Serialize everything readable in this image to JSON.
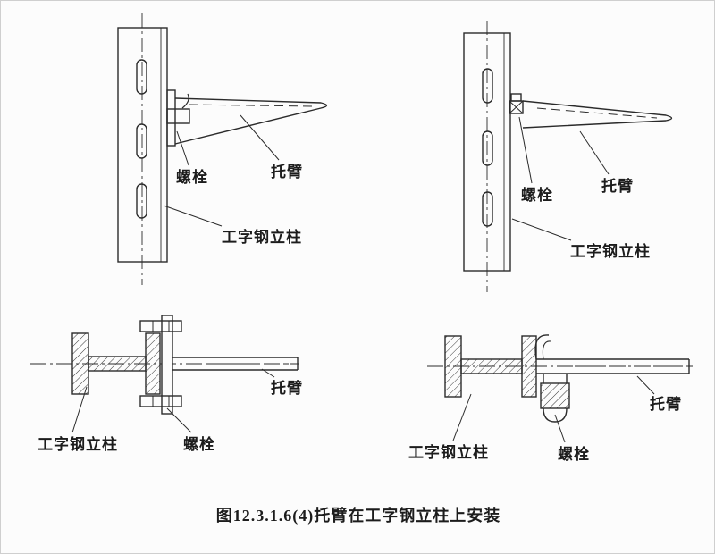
{
  "figure": {
    "caption": "图12.3.1.6(4)托臂在工字钢立柱上安装"
  },
  "labels": {
    "bolt": "螺栓",
    "bracket": "托臂",
    "column": "工字钢立柱"
  },
  "colors": {
    "line": "#2b2b2b",
    "background": "#fcfcfc"
  }
}
